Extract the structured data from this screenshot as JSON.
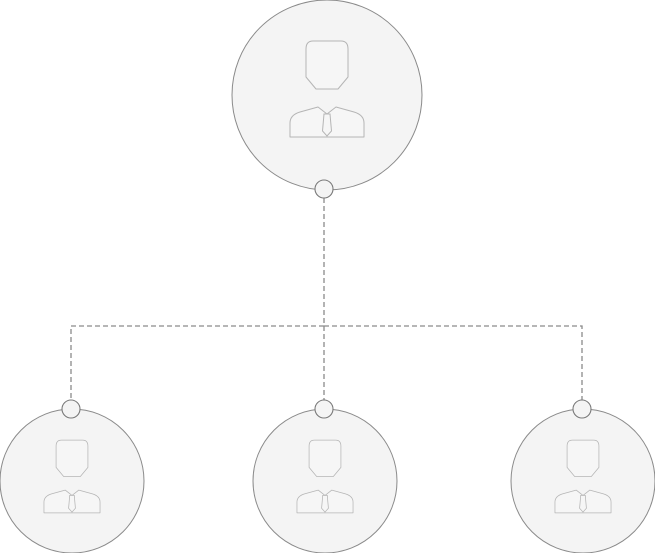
{
  "diagram": {
    "type": "org-chart",
    "nodes": [
      {
        "id": "root",
        "role": "parent",
        "icon": "person-with-tie-icon",
        "has_bottom_port": true
      },
      {
        "id": "child-1",
        "role": "child",
        "icon": "person-with-tie-icon",
        "has_top_port": true
      },
      {
        "id": "child-2",
        "role": "child",
        "icon": "person-with-tie-icon",
        "has_top_port": true
      },
      {
        "id": "child-3",
        "role": "child",
        "icon": "person-with-tie-icon",
        "has_top_port": true
      }
    ],
    "edges": [
      {
        "from": "root",
        "to": "child-1",
        "style": "dashed"
      },
      {
        "from": "root",
        "to": "child-2",
        "style": "dashed"
      },
      {
        "from": "root",
        "to": "child-3",
        "style": "dashed"
      }
    ],
    "colors": {
      "node_fill": "#f4f4f4",
      "node_stroke": "#8a8a8a",
      "icon_stroke": "#b5b5b5",
      "connector": "#8a8a8a",
      "background": "#ffffff"
    }
  }
}
